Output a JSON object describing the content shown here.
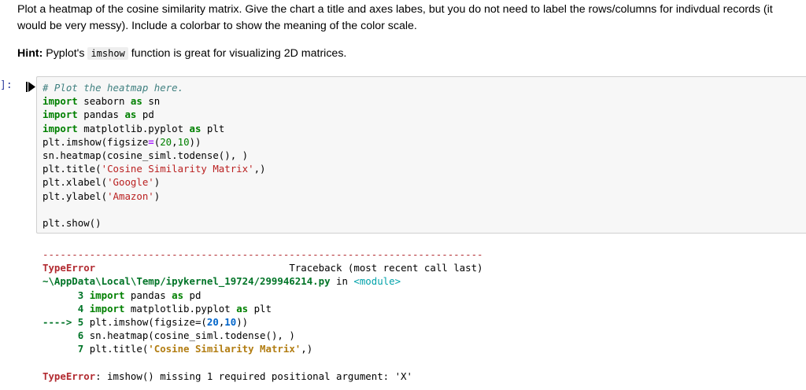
{
  "instructions": {
    "line1": "Plot a heatmap of the cosine similarity matrix. Give the chart a title and axes labes, but you do not need to label the rows/columns for indivdual records (it",
    "line2": "would be very messy). Include a colorbar to show the meaning of the color scale.",
    "hint_label": "Hint:",
    "hint_pre": " Pyplot's ",
    "hint_code": "imshow",
    "hint_post": " function is great for visualizing 2D matrices."
  },
  "cell": {
    "prompt": "]:",
    "run_icon": "run-cell-icon",
    "code": {
      "comment": "# Plot the heatmap here.",
      "kw_import": "import",
      "kw_as": "as",
      "l2_mod": "seaborn",
      "l2_alias": "sn",
      "l3_mod": "pandas",
      "l3_alias": "pd",
      "l4_mod": "matplotlib.pyplot",
      "l4_alias": "plt",
      "l5_a": "plt.imshow(figsize",
      "l5_eq": "=",
      "l5_b": "(",
      "l5_n1": "20",
      "l5_c": ",",
      "l5_n2": "10",
      "l5_d": "))",
      "l6": "sn.heatmap(cosine_siml.todense(), )",
      "l7_a": "plt.title(",
      "l7_s": "'Cosine Similarity Matrix'",
      "l7_b": ",)",
      "l8_a": "plt.xlabel(",
      "l8_s": "'Google'",
      "l8_b": ")",
      "l9_a": "plt.ylabel(",
      "l9_s": "'Amazon'",
      "l9_b": ")",
      "l11": "plt.show()"
    }
  },
  "output": {
    "dashes": "---------------------------------------------------------------------------",
    "error_name": "TypeError",
    "traceback_pad": "                                 ",
    "traceback_text": "Traceback (most recent call last)",
    "path": "~\\AppData\\Local\\Temp/ipykernel_19724/299946214.py",
    "in_word": " in ",
    "module": "<module>",
    "t3_no": "      3 ",
    "t3_mod": " pandas ",
    "t3_alias": " pd",
    "t4_no": "      4 ",
    "t4_mod": " matplotlib.pyplot ",
    "t4_alias": " plt",
    "arrow": "----> 5 ",
    "t5_a": "plt.imshow(figsize=(",
    "t5_n1": "20",
    "t5_c": ",",
    "t5_n2": "10",
    "t5_d": "))",
    "t6_no": "      6 ",
    "t6": "sn.heatmap(cosine_siml.todense(), )",
    "t7_no": "      7 ",
    "t7_a": "plt.title(",
    "t7_s": "'Cosine Similarity Matrix'",
    "t7_b": ",)",
    "final_error": "TypeError",
    "final_msg": ": imshow() missing 1 required positional argument: 'X'"
  }
}
